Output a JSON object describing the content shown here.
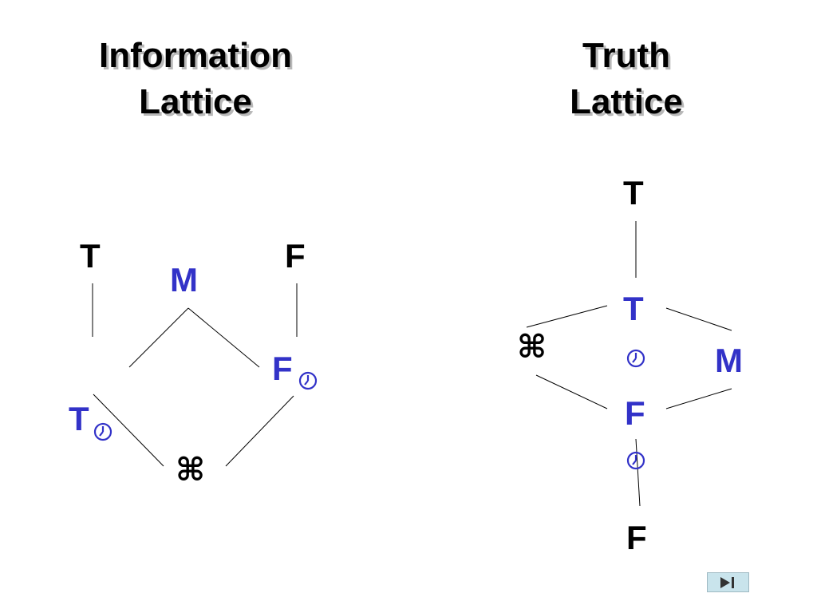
{
  "titles": {
    "info_line1": "Information",
    "info_line2": "Lattice",
    "truth_line1": "Truth",
    "truth_line2": "Lattice"
  },
  "info_lattice": {
    "T": "T",
    "F": "F",
    "M": "M",
    "F_sub": "F",
    "T_sub": "T",
    "bottom": "⌘"
  },
  "truth_lattice": {
    "top": "T",
    "T_mid": "T",
    "F_mid": "F",
    "M": "M",
    "command": "⌘",
    "bottom": "F"
  },
  "icons": [
    "clock-icon",
    "command-symbol",
    "next-slide-icon"
  ],
  "colors": {
    "blue_node": "#3232c8",
    "nav_button": "#c9e4ec"
  }
}
